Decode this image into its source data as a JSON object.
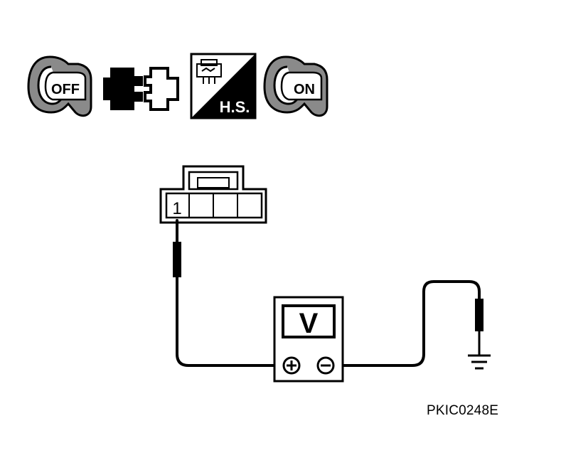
{
  "icons": {
    "key_off": {
      "label": "OFF",
      "icon": "ignition-key-off-icon"
    },
    "connector": {
      "icon": "connector-disconnect-icon"
    },
    "harness_connector": {
      "label": "H.S.",
      "icon": "harness-connector-hs-icon"
    },
    "key_on": {
      "label": "ON",
      "icon": "ignition-key-on-icon"
    }
  },
  "connector": {
    "terminal_label": "1"
  },
  "meter": {
    "display_label": "V"
  },
  "reference_code": "PKIC0248E"
}
